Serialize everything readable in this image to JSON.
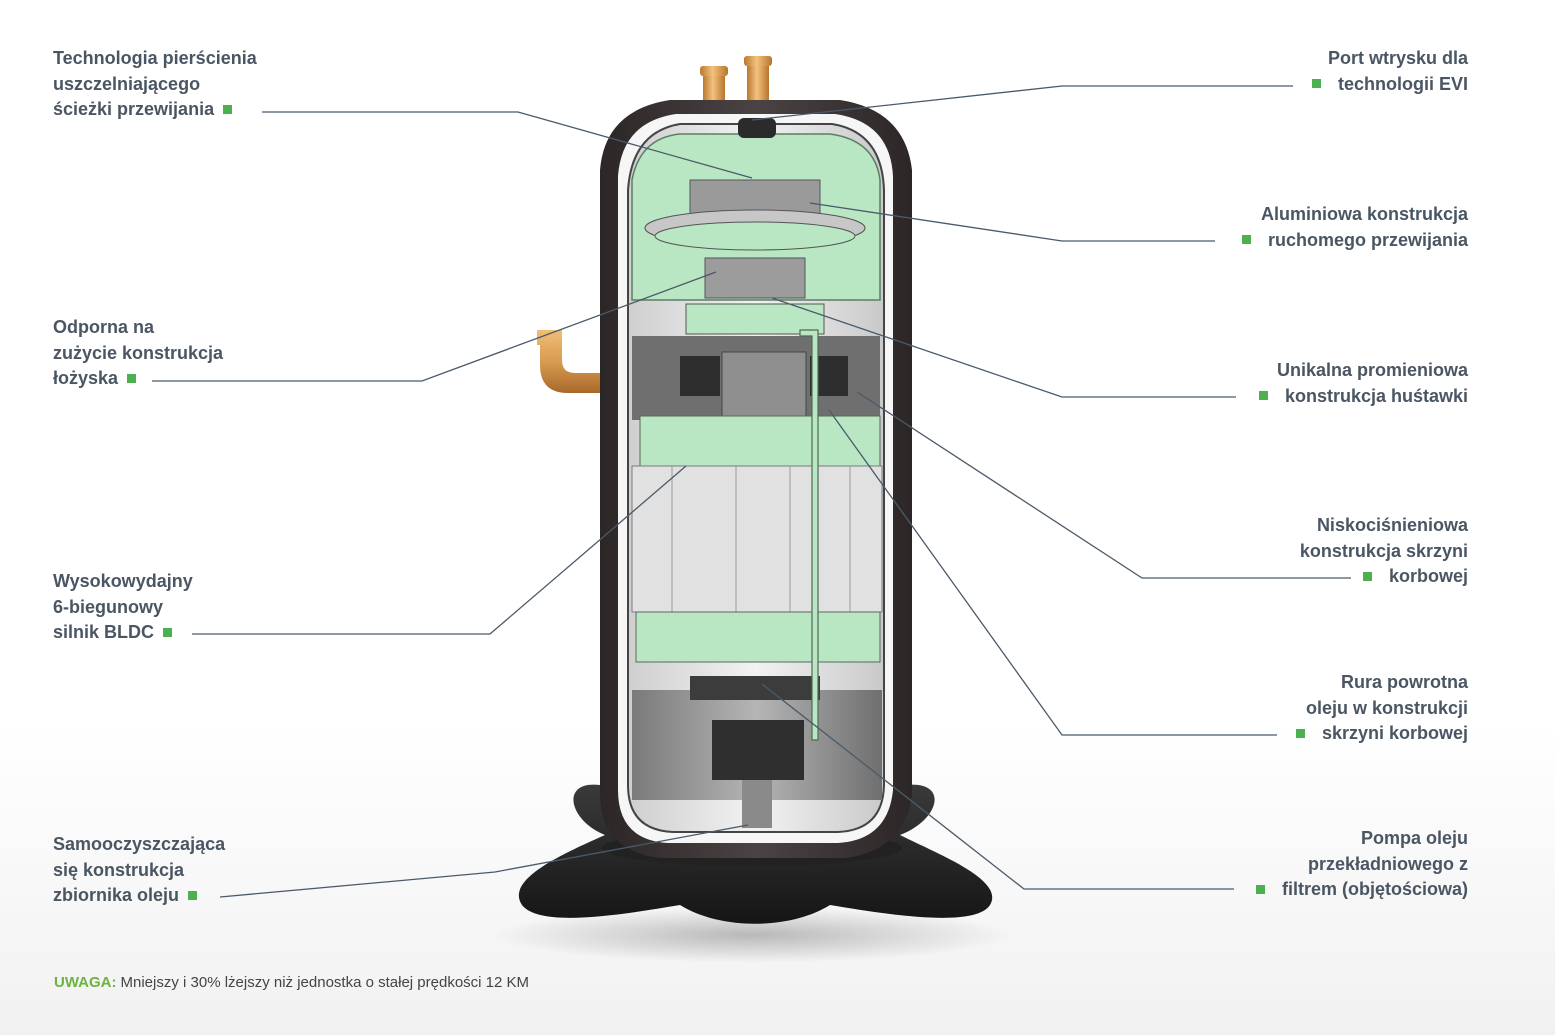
{
  "diagram": {
    "callouts_left": [
      {
        "id": "scroll-seal",
        "lines": [
          "Technologia pierścienia",
          "uszczelniającego",
          "ścieżki przewijania"
        ]
      },
      {
        "id": "bearing",
        "lines": [
          "Odporna na",
          "zużycie konstrukcja",
          "łożyska"
        ]
      },
      {
        "id": "motor",
        "lines": [
          "Wysokowydajny",
          "6-biegunowy",
          "silnik BLDC"
        ]
      },
      {
        "id": "oil-tank",
        "lines": [
          "Samooczyszczająca",
          "się konstrukcja",
          "zbiornika oleju"
        ]
      }
    ],
    "callouts_right": [
      {
        "id": "evi-port",
        "lines": [
          "Port wtrysku dla",
          "technologii EVI"
        ]
      },
      {
        "id": "aluminium-scroll",
        "lines": [
          "Aluminiowa konstrukcja",
          "ruchomego przewijania"
        ]
      },
      {
        "id": "swing",
        "lines": [
          "Unikalna promieniowa",
          "konstrukcja huśtawki"
        ]
      },
      {
        "id": "crankcase",
        "lines": [
          "Niskociśnieniowa",
          "konstrukcja skrzyni",
          "korbowej"
        ]
      },
      {
        "id": "oil-return",
        "lines": [
          "Rura powrotna",
          "oleju w konstrukcji",
          "skrzyni korbowej"
        ]
      },
      {
        "id": "oil-pump",
        "lines": [
          "Pompa oleju",
          "przekładniowego z",
          "filtrem (objętościowa)"
        ]
      }
    ],
    "note": {
      "label": "UWAGA:",
      "text": "Mniejszy i 30% lżejszy niż jednostka o stałej prędkości 12 KM"
    },
    "colors": {
      "accent_green": "#4caf50",
      "note_green": "#6cb33f",
      "text": "#4a5663",
      "leader_line": "#4a5a6a",
      "internal_green": "#b9e6c3",
      "shell": "#3b3536",
      "copper": "#d29a52"
    }
  }
}
